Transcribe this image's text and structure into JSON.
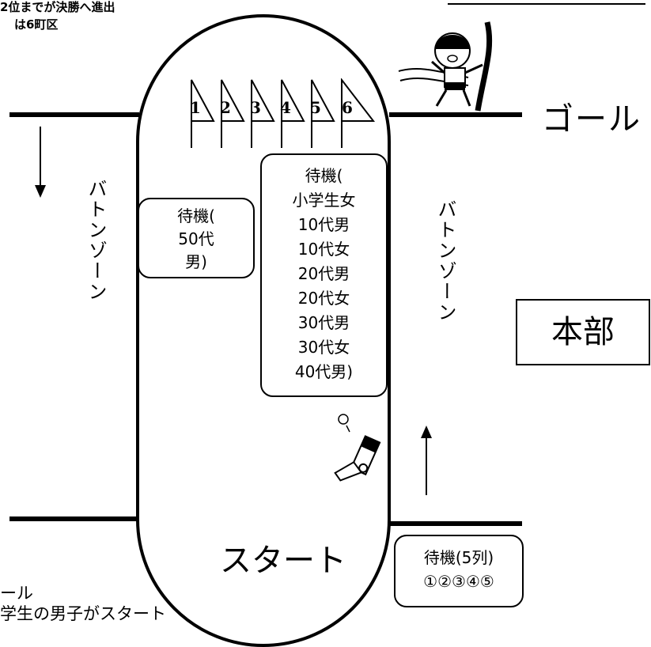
{
  "notes": {
    "top_line1": "2位までが決勝へ進出",
    "top_line2": "は6町区",
    "bottom_line1": "ール",
    "bottom_line2": "学生の男子がスタート"
  },
  "labels": {
    "goal": "ゴール",
    "start": "スタート",
    "honbu": "本部",
    "baton_zone_left": "バトンゾーン",
    "baton_zone_right": "バトンゾーン"
  },
  "flags": [
    "1",
    "2",
    "3",
    "4",
    "5",
    "6"
  ],
  "waiting_50": [
    "待機(",
    "50代",
    "男)"
  ],
  "waiting_main": [
    "待機(",
    "小学生女",
    "10代男",
    "10代女",
    "20代男",
    "20代女",
    "30代男",
    "30代女",
    "40代男)"
  ],
  "waiting_5": [
    "待機(5列)",
    "①②③④⑤"
  ],
  "icons": {
    "runner": "runner-icon",
    "pistol": "starter-pistol-icon",
    "arrow_down": "arrow-down-icon",
    "arrow_up": "arrow-up-icon"
  }
}
